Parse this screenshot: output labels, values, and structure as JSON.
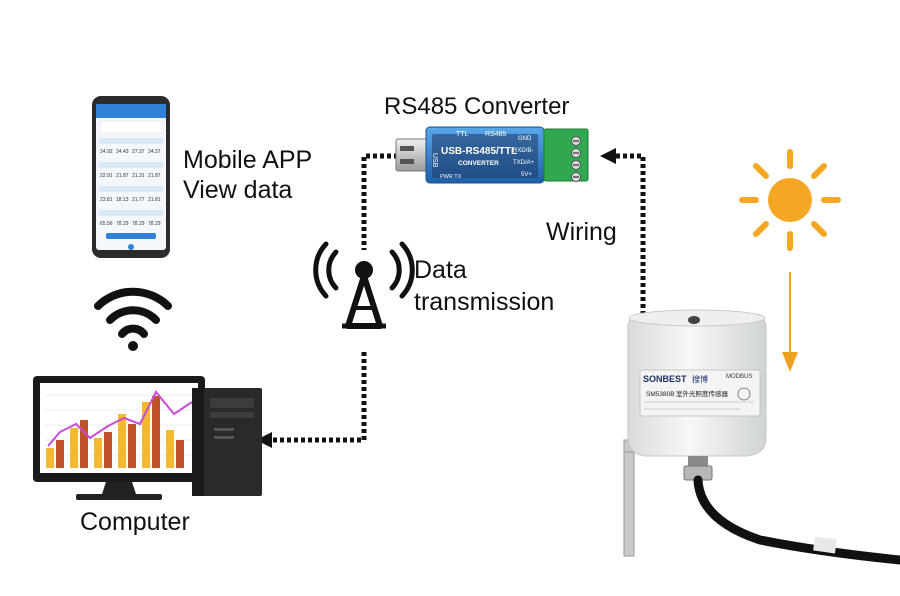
{
  "labels": {
    "converter": "RS485 Converter",
    "mobile_line1": "Mobile APP",
    "mobile_line2": "View data",
    "wiring": "Wiring",
    "data_line1": "Data",
    "data_line2": "transmission",
    "computer": "Computer"
  },
  "converter_device": {
    "ttl": "TTL",
    "rs485": "RS485",
    "usb": "USB",
    "name": "USB-RS485/TTL",
    "sub": "CONVERTER",
    "pins": [
      "GND",
      "RXD/B-",
      "TXD/A+",
      "5V+"
    ],
    "leds": "PWR TX"
  },
  "sensor_device": {
    "brand": "SONBEST",
    "brand_cn": "搜博",
    "protocol": "MODBUS",
    "model": "SM5380B",
    "model_cn": "室外光照度传感器"
  },
  "phone_values": [
    [
      "24.92",
      "24.43",
      "27.37",
      "24.37"
    ],
    [
      "22.91",
      "21.87",
      "21.31",
      "21.87"
    ],
    [
      "23.81",
      "18.13",
      "21.77",
      "21.81"
    ],
    [
      "65.56",
      "78.29",
      "78.29",
      "78.29"
    ]
  ],
  "colors": {
    "sun": "#f5a623",
    "arrow": "#f0a020",
    "connector": "#111111",
    "converter_body": "#3e8fd6",
    "terminal": "#2fa84f"
  },
  "icons": [
    "sun-icon",
    "wifi-icon",
    "antenna-icon",
    "phone-icon",
    "computer-icon",
    "sensor-icon"
  ]
}
